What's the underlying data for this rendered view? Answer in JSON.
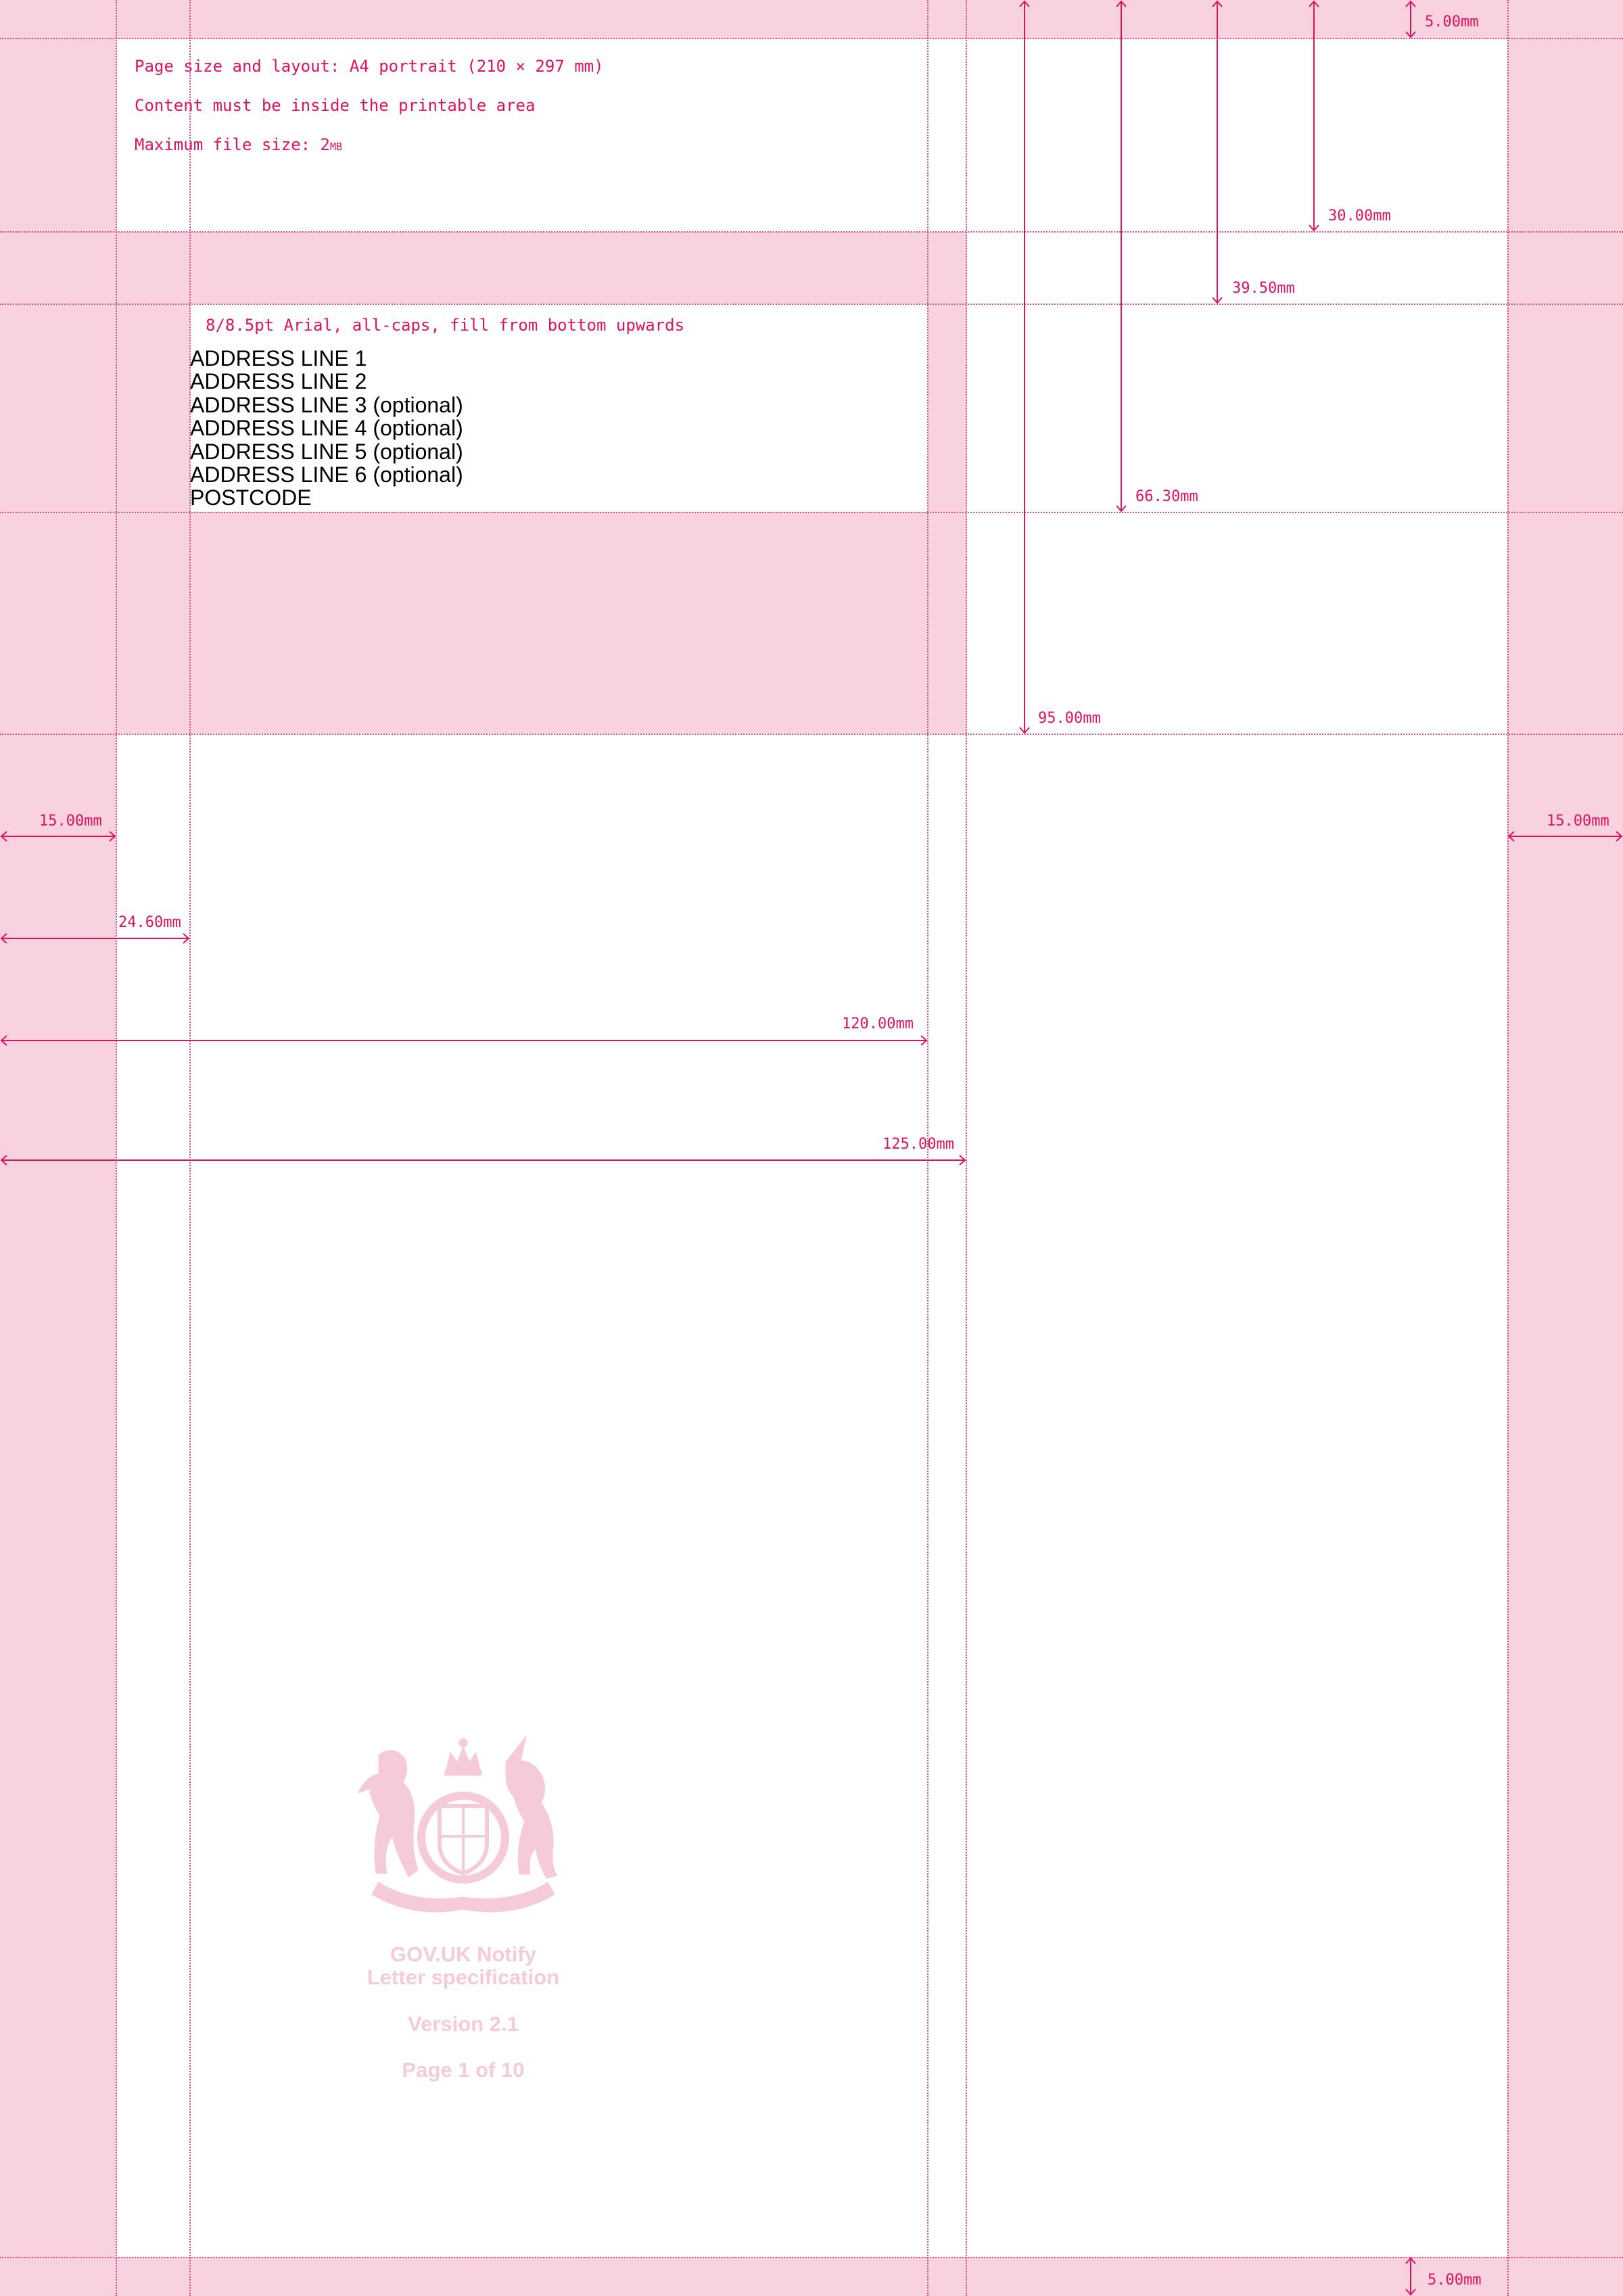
{
  "spec_notes": {
    "page_size": "Page size and layout: A4 portrait (210 × 297 mm)",
    "printable_area": "Content must be inside the printable area",
    "file_size_prefix": "Maximum file size: 2",
    "file_size_unit": "MB"
  },
  "address_block": {
    "note": "8/8.5pt Arial, all-caps, fill from bottom upwards",
    "lines": [
      "ADDRESS LINE 1",
      "ADDRESS LINE 2",
      "ADDRESS LINE 3 (optional)",
      "ADDRESS LINE 4 (optional)",
      "ADDRESS LINE 5 (optional)",
      "ADDRESS LINE 6 (optional)",
      "POSTCODE"
    ]
  },
  "dimensions": {
    "top_margin": "5.00mm",
    "header_depth": "30.00mm",
    "address_top": "39.50mm",
    "address_bottom": "66.30mm",
    "clear_zone_bottom": "95.00mm",
    "left_margin": "15.00mm",
    "right_margin": "15.00mm",
    "address_indent": "24.60mm",
    "address_width": "120.00mm",
    "window_width": "125.00mm",
    "bottom_margin": "5.00mm"
  },
  "footer": {
    "title": "GOV.UK Notify",
    "subtitle": "Letter specification",
    "version": "Version 2.1",
    "page": "Page 1 of 10"
  },
  "colors": {
    "margin_fill": "#f8d2de",
    "guide_line": "#e8467f",
    "annotation_text": "#e0115f",
    "footer_text": "#f6cbd8"
  }
}
